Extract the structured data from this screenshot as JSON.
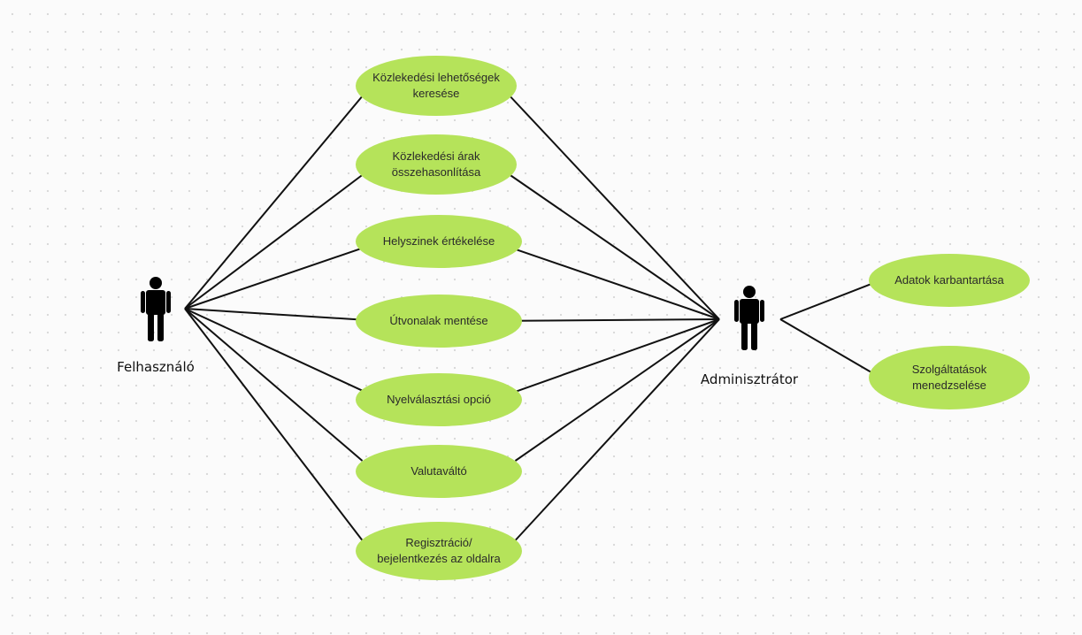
{
  "colors": {
    "use_case_fill": "#b5e35a",
    "line": "#111111",
    "actor": "#000000",
    "dot_grid": "#d8d8d8",
    "background": "#fbfbfb"
  },
  "actors": [
    {
      "id": "felhasznalo",
      "label": "Felhasználó",
      "icon": "person-icon"
    },
    {
      "id": "adminisztrator",
      "label": "Adminisztrátor",
      "icon": "person-icon"
    }
  ],
  "use_cases": [
    {
      "id": "kozlekedesi-lehetosegek",
      "lines": [
        "Közlekedési lehetőségek",
        "keresése"
      ],
      "actors": [
        "felhasznalo",
        "adminisztrator"
      ]
    },
    {
      "id": "kozlekedesi-arak",
      "lines": [
        "Közlekedési árak",
        "összehasonlítása"
      ],
      "actors": [
        "felhasznalo",
        "adminisztrator"
      ]
    },
    {
      "id": "helyszinek-ertekelese",
      "lines": [
        "Helyszinek értékelése"
      ],
      "actors": [
        "felhasznalo",
        "adminisztrator"
      ]
    },
    {
      "id": "utvonalak-mentese",
      "lines": [
        "Útvonalak mentése"
      ],
      "actors": [
        "felhasznalo",
        "adminisztrator"
      ]
    },
    {
      "id": "nyelvvalasztasi-opcio",
      "lines": [
        "Nyelválasztási opció"
      ],
      "actors": [
        "felhasznalo",
        "adminisztrator"
      ]
    },
    {
      "id": "valutavalto",
      "lines": [
        "Valutaváltó"
      ],
      "actors": [
        "felhasznalo",
        "adminisztrator"
      ]
    },
    {
      "id": "regisztracio",
      "lines": [
        "Regisztráció/",
        "bejelentkezés az oldalra"
      ],
      "actors": [
        "felhasznalo",
        "adminisztrator"
      ]
    },
    {
      "id": "adatok-karbantartasa",
      "lines": [
        "Adatok karbantartása"
      ],
      "actors": [
        "adminisztrator"
      ]
    },
    {
      "id": "szolgaltatasok-menedzselese",
      "lines": [
        "Szolgáltatások",
        "menedzselése"
      ],
      "actors": [
        "adminisztrator"
      ]
    }
  ]
}
